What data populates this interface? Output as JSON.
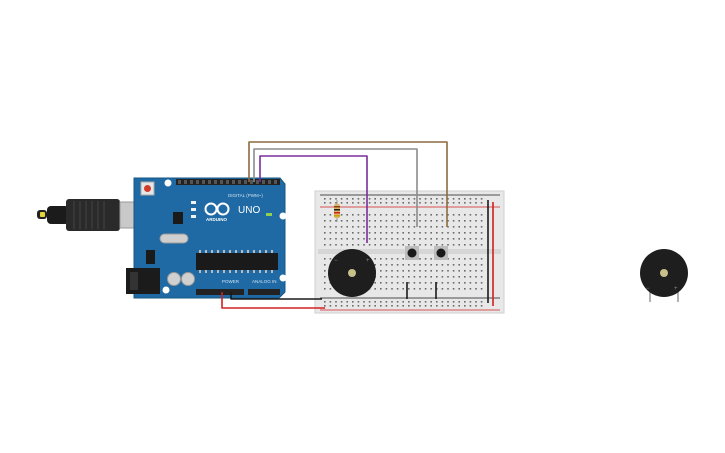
{
  "canvas": {
    "background": "#ffffff"
  },
  "arduino": {
    "brand": "ARDUINO",
    "model": "UNO",
    "digital_header_label": "DIGITAL (PWM~)",
    "power_label": "POWER",
    "analog_label": "ANALOG IN",
    "board_color": "#1f6aa4",
    "usb_connector_icon": "usb-b-connector",
    "reset_button_icon": "reset-button",
    "logo_icon": "arduino-infinity-logo"
  },
  "wires": [
    {
      "name": "wire-brown",
      "color": "#8b6b3f"
    },
    {
      "name": "wire-gray",
      "color": "#8c8c8c"
    },
    {
      "name": "wire-purple",
      "color": "#7a2e9a"
    },
    {
      "name": "wire-black-gnd",
      "color": "#1a1a1a"
    },
    {
      "name": "wire-red-5v",
      "color": "#d22020"
    }
  ],
  "breadboard": {
    "color": "#e8e8e8",
    "rail_positive_color": "#d22020",
    "rail_negative_color": "#1a1a1a"
  },
  "components": {
    "resistor": {
      "icon": "resistor"
    },
    "buzzer_on_board": {
      "icon": "piezo-buzzer"
    },
    "pushbuttons": [
      {
        "icon": "pushbutton"
      },
      {
        "icon": "pushbutton"
      }
    ],
    "buzzer_standalone": {
      "icon": "piezo-buzzer"
    }
  }
}
